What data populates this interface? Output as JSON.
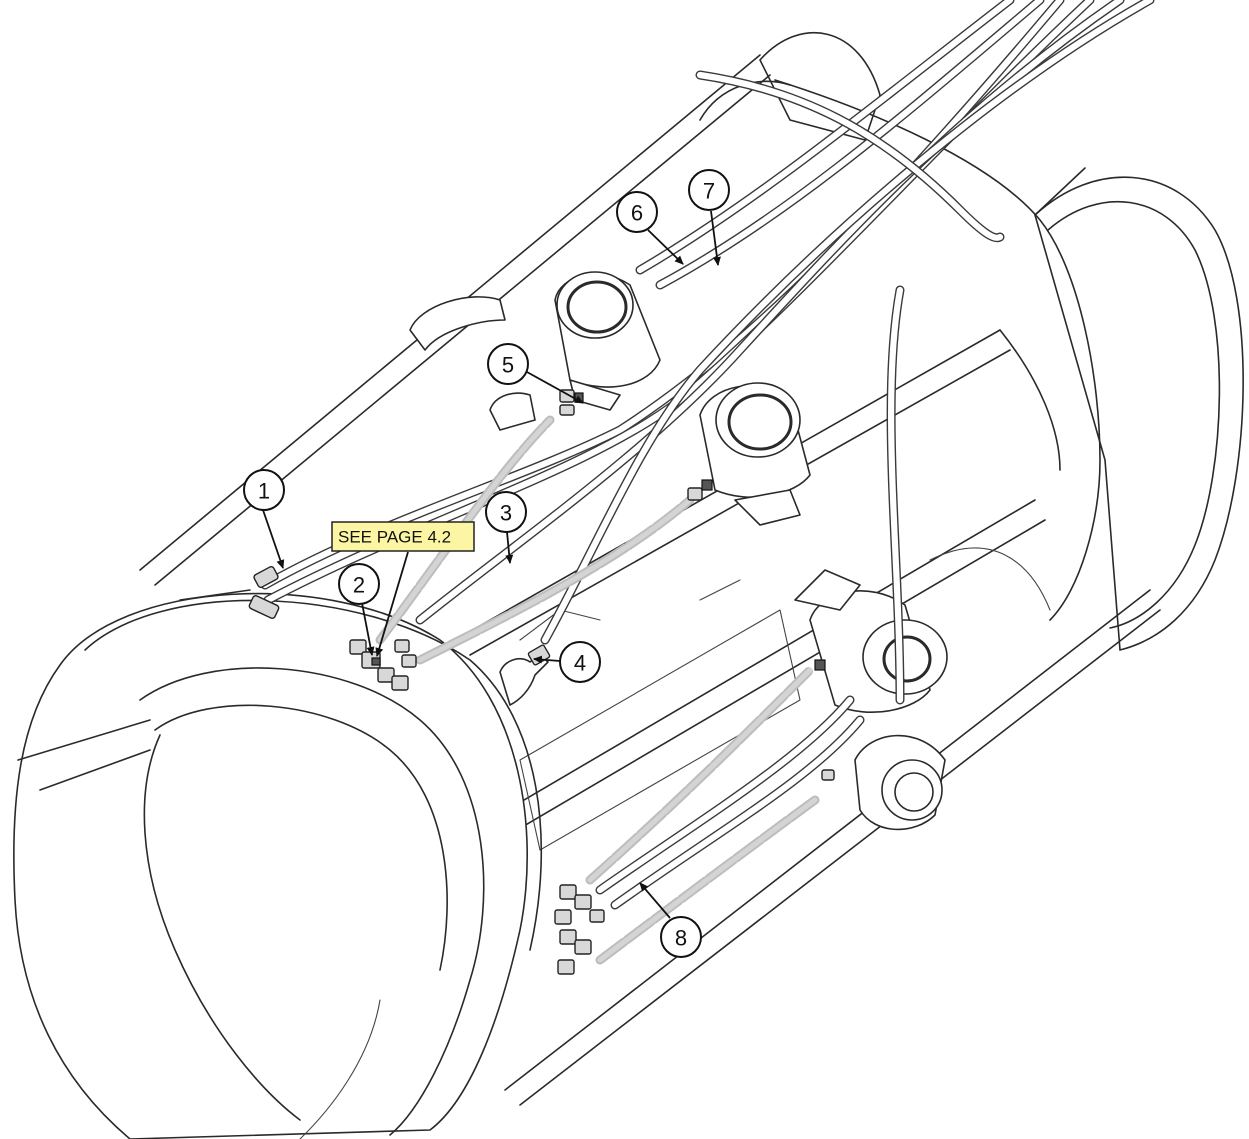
{
  "callouts": [
    "1",
    "2",
    "3",
    "4",
    "5",
    "6",
    "7",
    "8"
  ],
  "note": {
    "text": "SEE PAGE 4.2"
  },
  "colors": {
    "note_background": "#fcf6a4",
    "line": "#2a2a2a",
    "ghost_hose": "#bdbdbd"
  }
}
